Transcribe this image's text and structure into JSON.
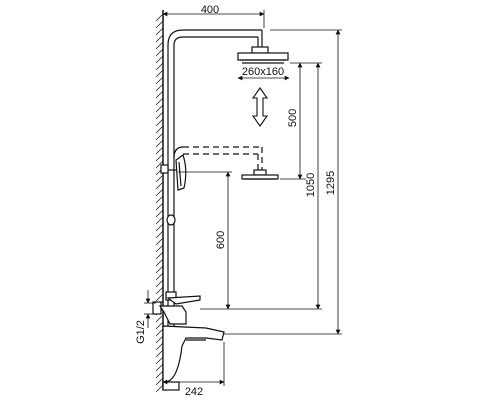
{
  "dimensions": {
    "top_width": "400",
    "head_size": "260x160",
    "slide_range": "500",
    "lower_head_height": "1050",
    "total_height": "1295",
    "hand_shower_height": "600",
    "thread": "G1/2",
    "spout_projection": "242"
  },
  "colors": {
    "line": "#111111",
    "wall_hatch": "#222222",
    "background": "#ffffff"
  }
}
